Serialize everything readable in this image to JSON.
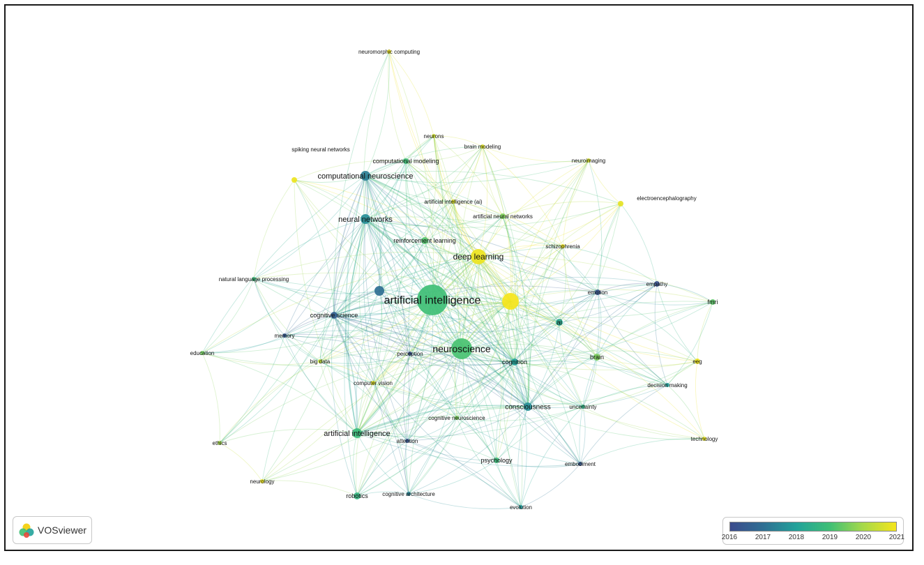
{
  "app_brand": "VOSviewer",
  "legend": {
    "ticks": [
      "2016",
      "2017",
      "2018",
      "2019",
      "2020",
      "2021"
    ],
    "colors": [
      "#3b4a8c",
      "#2f6f93",
      "#22a29a",
      "#3fbf76",
      "#a6d94a",
      "#f5e51b"
    ]
  },
  "network": {
    "nodes": [
      {
        "id": "ai_main",
        "label": "artificial intelligence",
        "year": 2019.0
      },
      {
        "id": "neuroscience",
        "label": "neuroscience",
        "year": 2019.1
      },
      {
        "id": "deep_learning",
        "label": "deep learning",
        "year": 2020.9
      },
      {
        "id": "unlabeled_yellow",
        "label": "",
        "year": 2021.0
      },
      {
        "id": "comp_neuro",
        "label": "computational neuroscience",
        "year": 2017.3
      },
      {
        "id": "neural_networks",
        "label": "neural networks",
        "year": 2017.6
      },
      {
        "id": "ai_second",
        "label": "artificial intelligence",
        "year": 2018.9
      },
      {
        "id": "consciousness",
        "label": "consciousness",
        "year": 2017.6
      },
      {
        "id": "cognitive_science",
        "label": "cognitive science",
        "year": 2016.6
      },
      {
        "id": "unlabeled_blue",
        "label": "",
        "year": 2017.0
      },
      {
        "id": "cognition",
        "label": "cognition",
        "year": 2018.0
      },
      {
        "id": "brain",
        "label": "brain",
        "year": 2019.6
      },
      {
        "id": "ai_short",
        "label": "ai",
        "year": 2018.3
      },
      {
        "id": "reinforcement_learning",
        "label": "reinforcement learning",
        "year": 2019.2
      },
      {
        "id": "computational_modeling",
        "label": "computational modeling",
        "year": 2019.0
      },
      {
        "id": "psychology",
        "label": "psychology",
        "year": 2018.9
      },
      {
        "id": "robotics",
        "label": "robotics",
        "year": 2018.7
      },
      {
        "id": "fmri",
        "label": "fmri",
        "year": 2019.3
      },
      {
        "id": "eeg",
        "label": "eeg",
        "year": 2020.9
      },
      {
        "id": "neuromorphic_computing",
        "label": "neuromorphic computing",
        "year": 2020.9
      },
      {
        "id": "spiking_neural_networks",
        "label": "spiking neural networks",
        "year": 2020.9
      },
      {
        "id": "neurons",
        "label": "neurons",
        "year": 2020.5
      },
      {
        "id": "brain_modeling",
        "label": "brain modeling",
        "year": 2020.7
      },
      {
        "id": "neuroimaging",
        "label": "neuroimaging",
        "year": 2020.6
      },
      {
        "id": "electroencephalography",
        "label": "electroencephalography",
        "year": 2020.8
      },
      {
        "id": "ai_paren",
        "label": "artificial intelligence (ai)",
        "year": 2020.7
      },
      {
        "id": "artificial_neural_networks",
        "label": "artificial neural networks",
        "year": 2019.6
      },
      {
        "id": "schizophrenia",
        "label": "schizophrenia",
        "year": 2020.9
      },
      {
        "id": "natural_language_processing",
        "label": "natural language processing",
        "year": 2018.9
      },
      {
        "id": "emotion",
        "label": "emotion",
        "year": 2016.3
      },
      {
        "id": "empathy",
        "label": "empathy",
        "year": 2016.2
      },
      {
        "id": "memory",
        "label": "memory",
        "year": 2016.4
      },
      {
        "id": "education",
        "label": "education",
        "year": 2019.5
      },
      {
        "id": "big_data",
        "label": "big data",
        "year": 2020.4
      },
      {
        "id": "perception",
        "label": "perception",
        "year": 2016.2
      },
      {
        "id": "computer_vision",
        "label": "computer vision",
        "year": 2020.8
      },
      {
        "id": "decision_making",
        "label": "decision making",
        "year": 2017.9
      },
      {
        "id": "uncertainty",
        "label": "uncertainty",
        "year": 2018.6
      },
      {
        "id": "cognitive_neuroscience",
        "label": "cognitive neuroscience",
        "year": 2019.6
      },
      {
        "id": "ethics",
        "label": "ethics",
        "year": 2020.0
      },
      {
        "id": "attention",
        "label": "attention",
        "year": 2016.3
      },
      {
        "id": "technology",
        "label": "technology",
        "year": 2020.8
      },
      {
        "id": "embodiment",
        "label": "embodiment",
        "year": 2016.4
      },
      {
        "id": "neurology",
        "label": "neurology",
        "year": 2020.9
      },
      {
        "id": "cognitive_architecture",
        "label": "cognitive architecture",
        "year": 2017.4
      },
      {
        "id": "evolution",
        "label": "evolution",
        "year": 2017.8
      }
    ]
  }
}
